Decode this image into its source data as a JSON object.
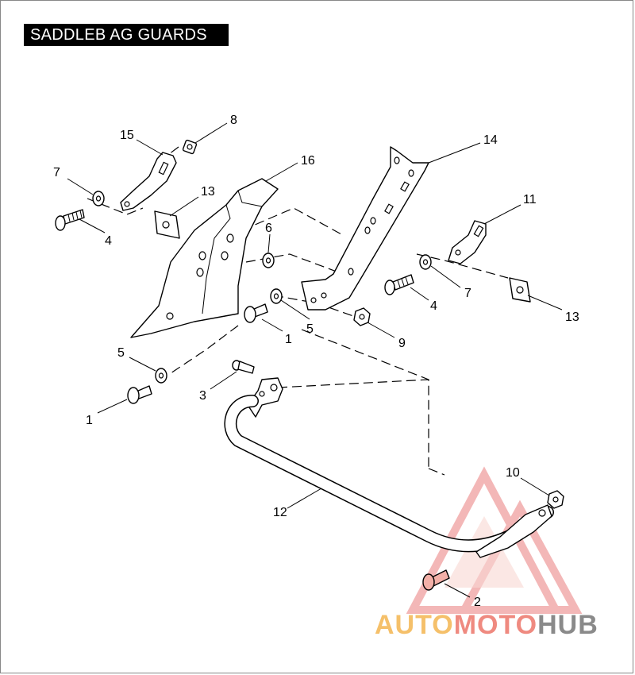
{
  "title": "SADDLEB AG GUARDS",
  "callouts": {
    "c8": "8",
    "c15": "15",
    "c7a": "7",
    "c13a": "13",
    "c4a": "4",
    "c16": "16",
    "c6": "6",
    "c14": "14",
    "c11": "11",
    "c7b": "7",
    "c4b": "4",
    "c13b": "13",
    "c1a": "1",
    "c5a": "5",
    "c9": "9",
    "c5b": "5",
    "c3": "3",
    "c1b": "1",
    "c10": "10",
    "c12": "12",
    "c2": "2"
  },
  "watermark": {
    "part1": "AUTO",
    "part2": "MOTO",
    "part3": "HUB",
    "colors": {
      "auto": "#f5c06a",
      "moto": "#ef8a80",
      "hub": "#8a8a8a",
      "triangle": "#f0a8a0"
    }
  }
}
